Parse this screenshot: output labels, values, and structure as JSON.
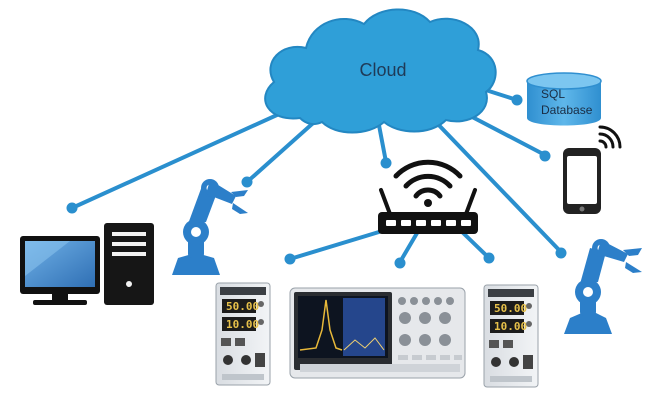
{
  "cloud": {
    "label": "Cloud"
  },
  "database": {
    "line1": "SQL",
    "line2": "Database"
  },
  "psu_left": {
    "voltage": "50.00",
    "current": "10.00"
  },
  "psu_right": {
    "voltage": "50.00",
    "current": "10.00"
  },
  "colors": {
    "cloud": "#2f9fd8",
    "line": "#2a8fce",
    "robot": "#2c7fc9",
    "router": "#1a1a1a",
    "computer_screen": "#4a8fd1"
  },
  "icons": [
    "cloud-icon",
    "database-icon",
    "smartphone-icon",
    "wifi-icon",
    "router-icon",
    "desktop-computer-icon",
    "robot-arm-icon",
    "power-supply-icon",
    "oscilloscope-icon"
  ]
}
